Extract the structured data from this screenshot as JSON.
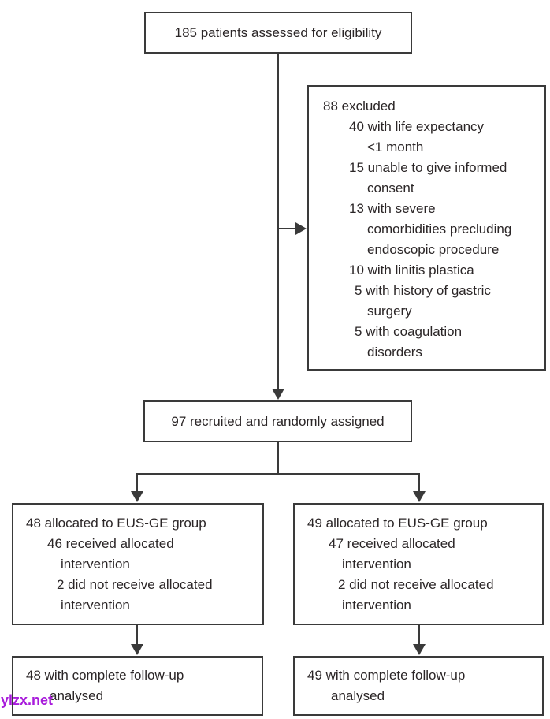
{
  "colors": {
    "line": "#3a3a3a",
    "text": "#2b2627",
    "border": "#3a3a3a",
    "background": "#ffffff",
    "watermark": "#a81cdb"
  },
  "boxes": {
    "eligibility": {
      "text": "185 patients assessed for eligibility"
    },
    "excluded": {
      "lines": [
        "88 excluded",
        "40 with life expectancy",
        "<1 month",
        "15 unable to give informed",
        "consent",
        "13 with severe",
        "comorbidities precluding",
        "endoscopic procedure",
        "10 with linitis plastica",
        "5 with history of gastric",
        "surgery",
        "5 with coagulation",
        "disorders"
      ]
    },
    "randomised": {
      "text": "97 recruited and randomly assigned"
    },
    "allocation_left": {
      "lines": [
        "48 allocated to EUS-GE group",
        "46 received allocated",
        "intervention",
        "2 did not receive allocated",
        "intervention"
      ]
    },
    "allocation_right": {
      "lines": [
        "49 allocated to EUS-GE group",
        "47 received allocated",
        "intervention",
        "2 did not receive allocated",
        "intervention"
      ]
    },
    "followup_left": {
      "lines": [
        "48 with complete follow-up",
        "analysed"
      ]
    },
    "followup_right": {
      "lines": [
        "49 with complete follow-up",
        "analysed"
      ]
    }
  },
  "watermark": {
    "text": "ylzx.net"
  }
}
